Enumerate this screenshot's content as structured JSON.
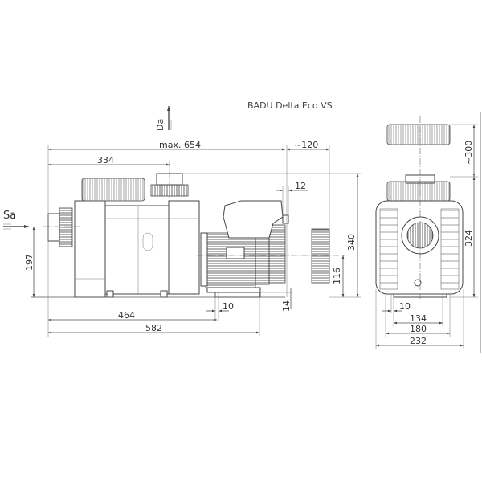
{
  "title": "BADU Delta Eco VS",
  "labels": {
    "discharge": "Da",
    "suction": "Sa"
  },
  "side_view_dims": {
    "overall_length": "max. 654",
    "motor_clearance": "~120",
    "discharge_offset": "334",
    "terminal": "12",
    "height": "340",
    "suction_height": "197",
    "shaft_height": "116",
    "foot_height": "14",
    "foot_hole": "10",
    "foot_distance": "464",
    "base_length": "582"
  },
  "front_view_dims": {
    "lid_clearance": "~300",
    "height": "324",
    "foot_hole": "10",
    "hole_spacing": "134",
    "foot_width": "180",
    "overall_width": "232"
  }
}
